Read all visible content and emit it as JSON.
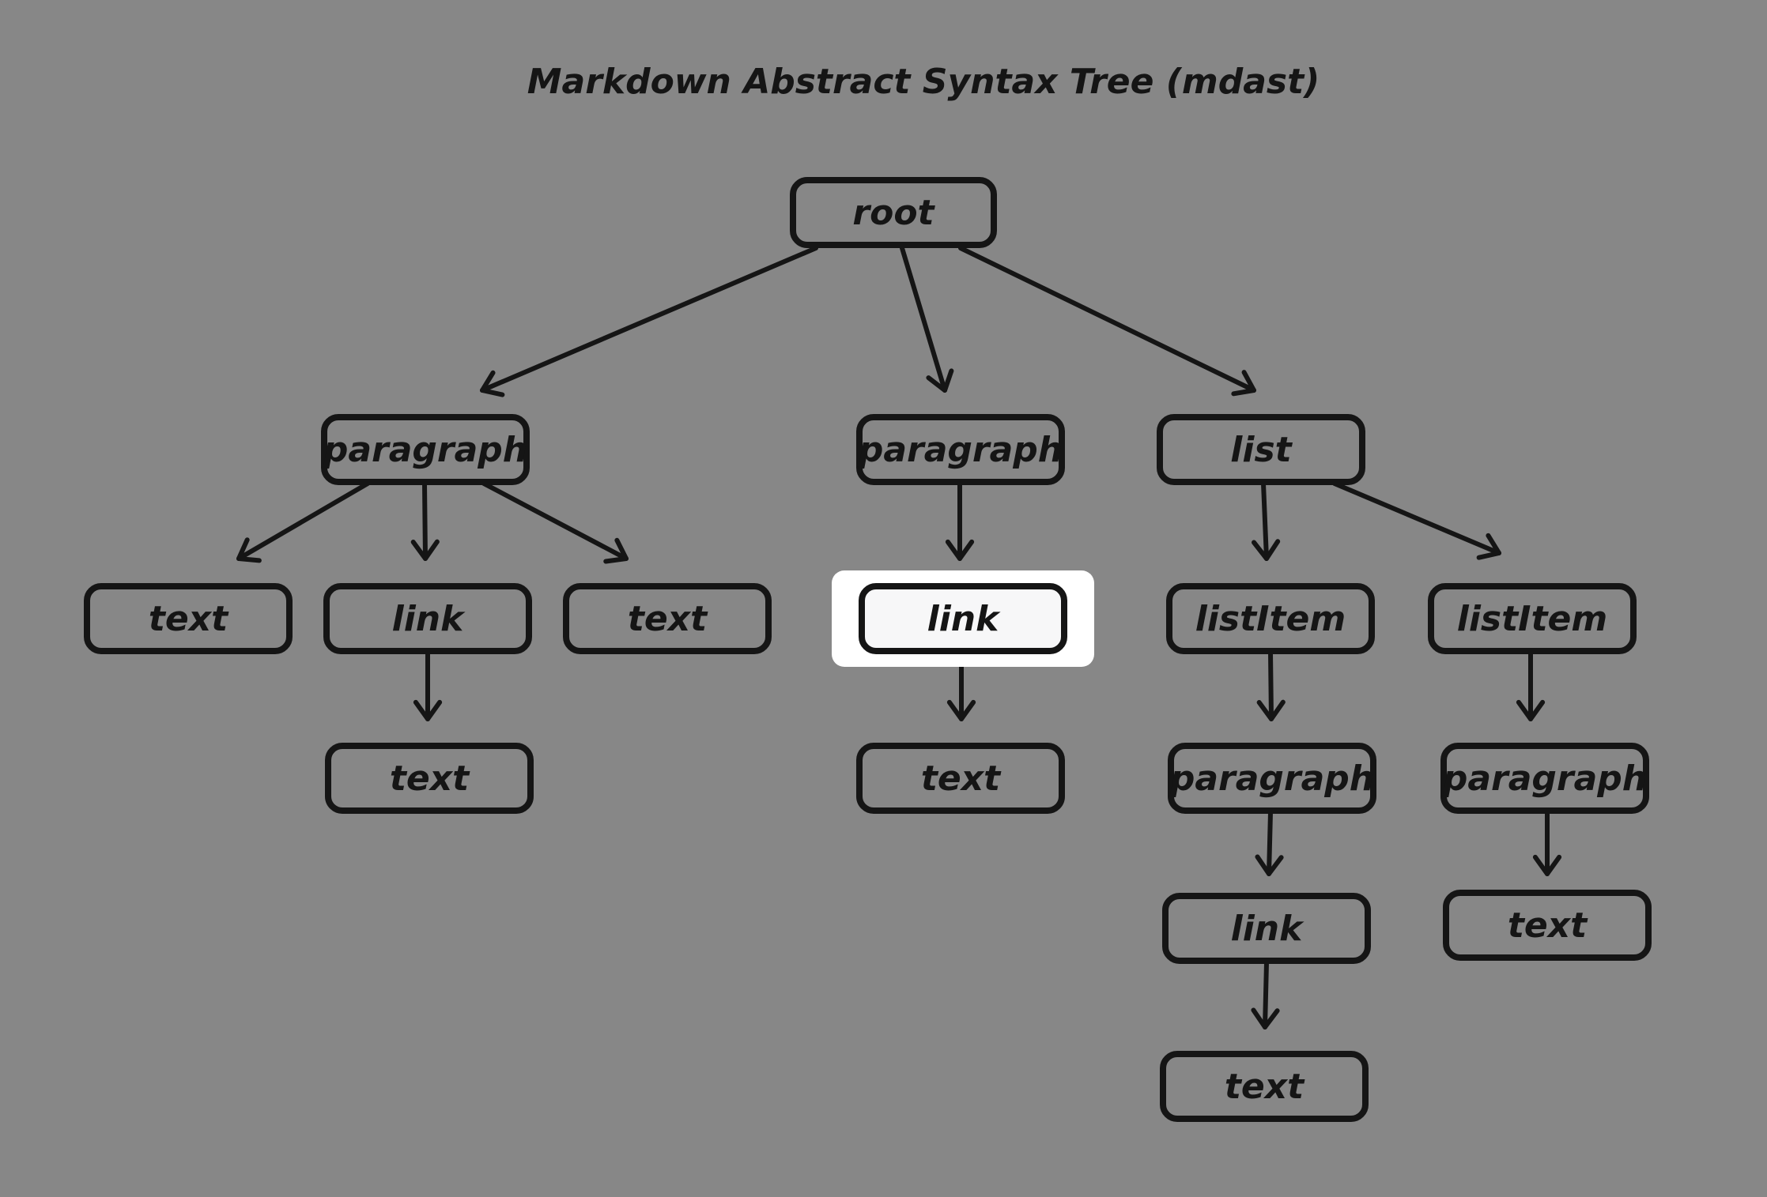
{
  "diagram": {
    "title": "Markdown Abstract  Syntax Tree (mdast)",
    "colors": {
      "background": "#878787",
      "ink": "#151515",
      "highlight": "#ffffff",
      "highlight_box": "#f7f7f8"
    },
    "nodes": [
      {
        "id": "root",
        "label": "root"
      },
      {
        "id": "p1",
        "label": "paragraph"
      },
      {
        "id": "p1_text_a",
        "label": "text"
      },
      {
        "id": "p1_link",
        "label": "link"
      },
      {
        "id": "p1_text_b",
        "label": "text"
      },
      {
        "id": "p1_link_text",
        "label": "text"
      },
      {
        "id": "p2",
        "label": "paragraph"
      },
      {
        "id": "p2_link",
        "label": "link",
        "highlighted": true
      },
      {
        "id": "p2_link_text",
        "label": "text"
      },
      {
        "id": "list",
        "label": "list"
      },
      {
        "id": "li1",
        "label": "listItem"
      },
      {
        "id": "li1_p",
        "label": "paragraph"
      },
      {
        "id": "li1_link",
        "label": "link"
      },
      {
        "id": "li1_link_text",
        "label": "text"
      },
      {
        "id": "li2",
        "label": "listItem"
      },
      {
        "id": "li2_p",
        "label": "paragraph"
      },
      {
        "id": "li2_text",
        "label": "text"
      }
    ],
    "edges": [
      [
        "root",
        "p1"
      ],
      [
        "root",
        "p2"
      ],
      [
        "root",
        "list"
      ],
      [
        "p1",
        "p1_text_a"
      ],
      [
        "p1",
        "p1_link"
      ],
      [
        "p1",
        "p1_text_b"
      ],
      [
        "p1_link",
        "p1_link_text"
      ],
      [
        "p2",
        "p2_link"
      ],
      [
        "p2_link",
        "p2_link_text"
      ],
      [
        "list",
        "li1"
      ],
      [
        "list",
        "li2"
      ],
      [
        "li1",
        "li1_p"
      ],
      [
        "li1_p",
        "li1_link"
      ],
      [
        "li1_link",
        "li1_link_text"
      ],
      [
        "li2",
        "li2_p"
      ],
      [
        "li2_p",
        "li2_text"
      ]
    ]
  }
}
